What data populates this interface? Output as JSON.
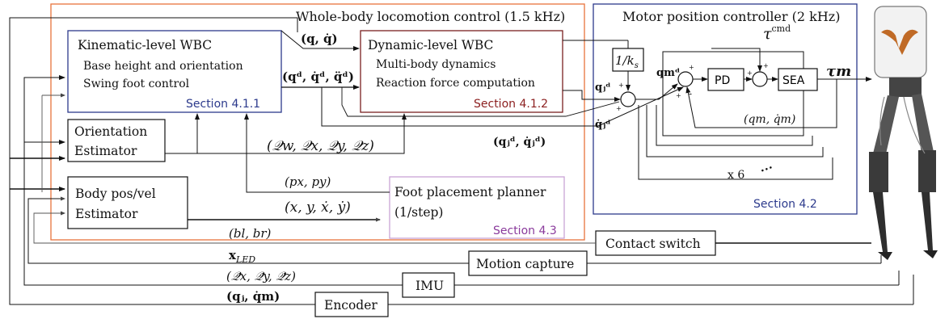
{
  "groups": {
    "wbc_title": "Whole-body locomotion control (1.5 kHz)",
    "motor_title": "Motor position controller (2 kHz)",
    "motor_section": "Section 4.2"
  },
  "blocks": {
    "kinematic": {
      "title": "Kinematic-level WBC",
      "line1": "Base height and orientation",
      "line2": "Swing foot control",
      "section": "Section 4.1.1"
    },
    "dynamic": {
      "title": "Dynamic-level WBC",
      "line1": "Multi-body dynamics",
      "line2": "Reaction force computation",
      "section": "Section 4.1.2"
    },
    "orientation": {
      "line1": "Orientation",
      "line2": "Estimator"
    },
    "bodypos": {
      "line1": "Body pos/vel",
      "line2": "Estimator"
    },
    "foot": {
      "line1": "Foot placement planner",
      "line2": "(1/step)",
      "section": "Section 4.3"
    },
    "contact": "Contact switch",
    "mocap": "Motion capture",
    "imu": "IMU",
    "encoder": "Encoder",
    "pd": "PD",
    "sea": "SEA",
    "gain": "1/k",
    "gain_sub": "s"
  },
  "signals": {
    "q_qdot": "(q, q̇)",
    "qd_triplet": "(qᵈ, q̇ᵈ, q̈ᵈ)",
    "quat": "(𝒬w, 𝒬x, 𝒬y, 𝒬z)",
    "qj_pair": "(qⱼᵈ, q̇ⱼᵈ)",
    "pxpy": "(px, py)",
    "xy_state": "(x,  y,  ẋ,  ẏ)",
    "blbr": "(bl, br)",
    "xled": "x",
    "xled_sub": "LED",
    "quat_dot": "(𝒬̇x, 𝒬̇y, 𝒬̇z)",
    "qj_qm": "(qⱼ, q̇m)",
    "qm_state": "(qm, q̇m)",
    "tau_cmd": "τ",
    "tau_cmd_sup": "cmd",
    "tau_m": "τm",
    "qjd": "qⱼᵈ",
    "qjd_dot": "q̇ⱼᵈ",
    "qmd": "qmᵈ",
    "x6": "x 6",
    "dots": "•••"
  },
  "colors": {
    "wbc_border": "#e8743b",
    "motor_border": "#2c3a8c",
    "kinematic_border": "#2c3a8c",
    "dynamic_border": "#7a1f1f",
    "foot_border": "#c9a3d6",
    "kinematic_section": "#2c3a8c",
    "dynamic_section": "#8b1e1e",
    "foot_section": "#8a3a9c",
    "motor_section": "#2c3a8c"
  }
}
